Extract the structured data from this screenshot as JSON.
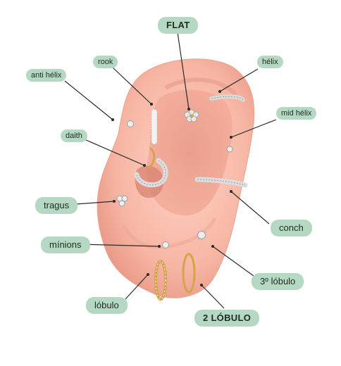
{
  "diagram": {
    "labels": {
      "flat": "FLAT",
      "rook": "rook",
      "helix": "hélix",
      "anti_helix": "anti hélix",
      "mid_helix": "mid hélix",
      "daith": "daith",
      "tragus": "tragus",
      "conch": "conch",
      "minions": "mínions",
      "lobulo_3": "3º lóbulo",
      "lobulo": "lóbulo",
      "lobulo_2": "2 LÓBULO"
    },
    "colors": {
      "label_bg": "#b5d8c3",
      "ear_skin": "#f6b9a8",
      "jewelry_gold": "#d4a44a",
      "jewelry_silver": "#d9d9d9"
    }
  }
}
